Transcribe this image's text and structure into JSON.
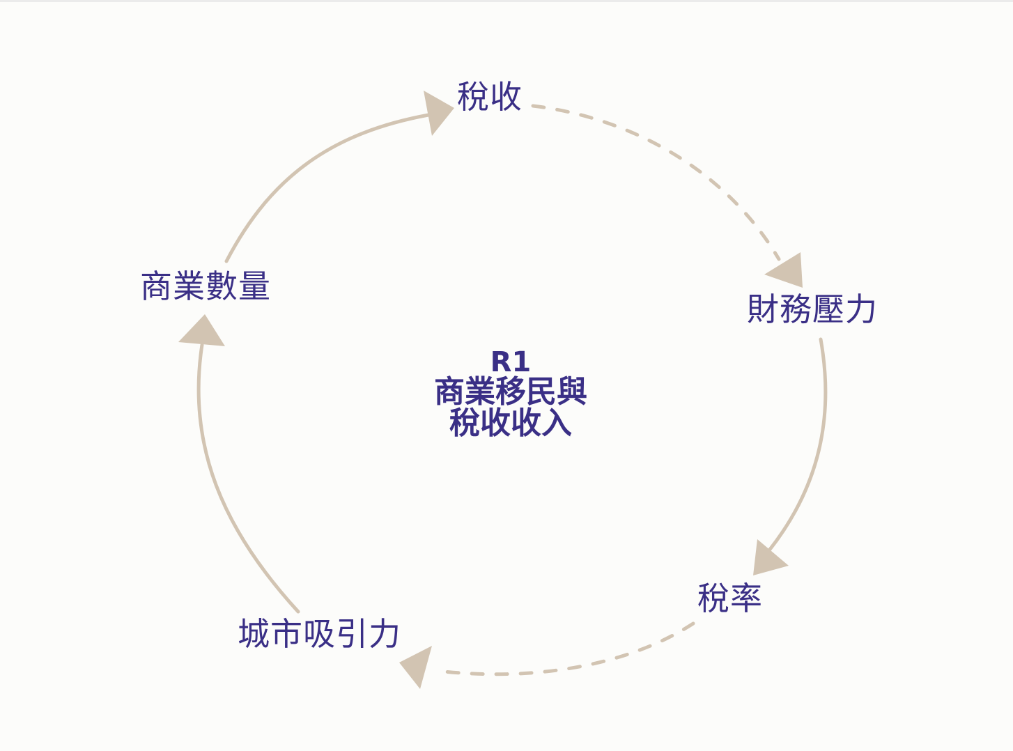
{
  "colors": {
    "background": "#fcfcfa",
    "label": "#3a2f86",
    "link": "#d2c4b2"
  },
  "loop": {
    "id": "R1",
    "name_line1": "商業移民與",
    "name_line2": "稅收收入"
  },
  "nodes": {
    "tax_revenue": "稅收",
    "fiscal_pressure": "財務壓力",
    "tax_rate": "稅率",
    "city_attractiveness": "城市吸引力",
    "business_count": "商業數量"
  },
  "links": [
    {
      "from": "tax_revenue",
      "to": "fiscal_pressure",
      "style": "dashed"
    },
    {
      "from": "fiscal_pressure",
      "to": "tax_rate",
      "style": "solid"
    },
    {
      "from": "tax_rate",
      "to": "city_attractiveness",
      "style": "dashed"
    },
    {
      "from": "city_attractiveness",
      "to": "business_count",
      "style": "solid"
    },
    {
      "from": "business_count",
      "to": "tax_revenue",
      "style": "solid"
    }
  ]
}
